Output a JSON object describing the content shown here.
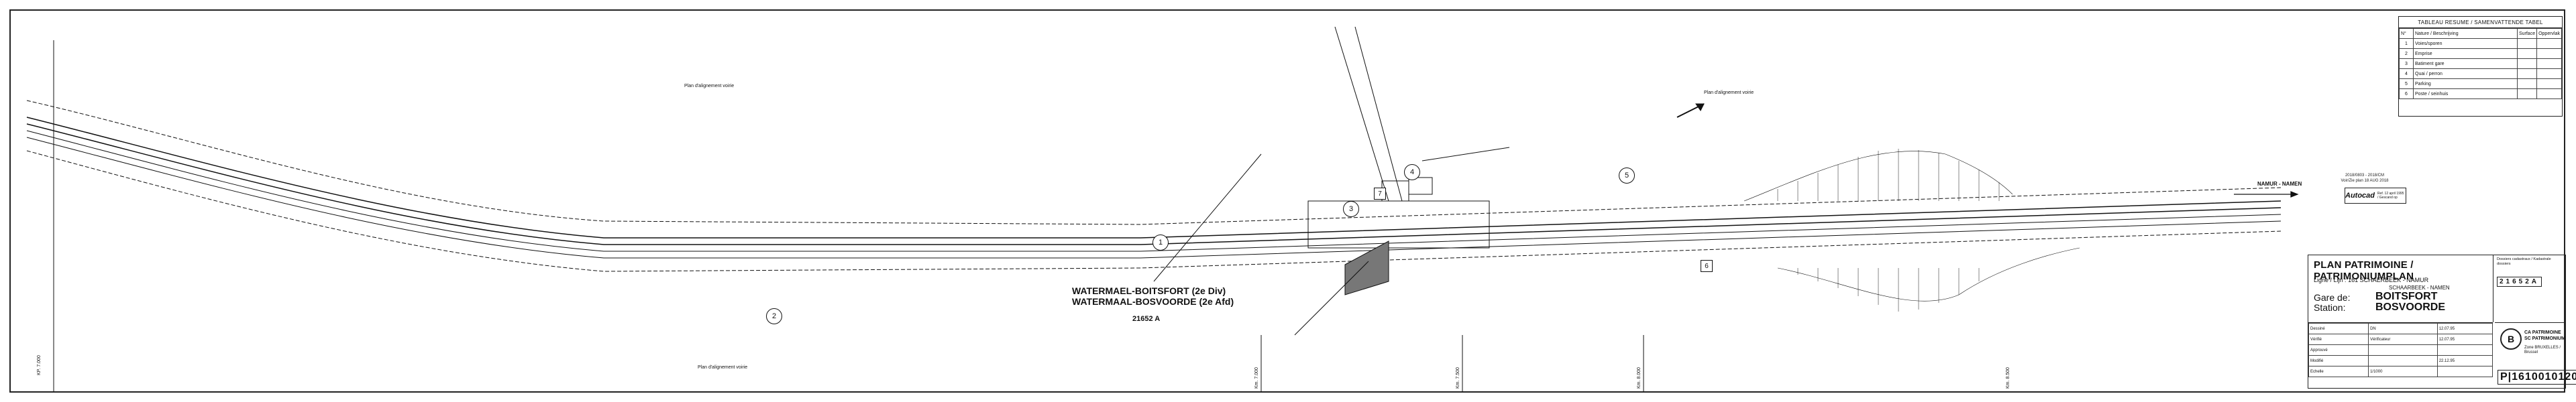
{
  "legend": {
    "title": "TABLEAU RESUME / SAMENVATTENDE TABEL",
    "header": [
      "N°",
      "Nature / Beschrijving",
      "Surface",
      "Oppervlak"
    ],
    "rows": [
      {
        "n": "1",
        "label": "Voies/sporen",
        "a": "",
        "b": ""
      },
      {
        "n": "2",
        "label": "Emprise",
        "a": "",
        "b": ""
      },
      {
        "n": "3",
        "label": "Batiment gare",
        "a": "",
        "b": ""
      },
      {
        "n": "4",
        "label": "Quai / perron",
        "a": "",
        "b": ""
      },
      {
        "n": "5",
        "label": "Parking",
        "a": "",
        "b": ""
      },
      {
        "n": "6",
        "label": "Poste / seinhuis",
        "a": "",
        "b": ""
      }
    ]
  },
  "stamp": {
    "line1": "2018/0803 - 2018/CM",
    "line2": "Voir/Zie plan 18 AUG 2018",
    "box_big": "Autocad",
    "box_small": "Ref. 12 april 1995 / Gescand op"
  },
  "titleblock": {
    "plan": "PLAN PATRIMOINE / PATRIMONIUMPLAN",
    "line_label": "Ligne / Lijn :",
    "line_value": "161 SCHAERBEEK - NAMUR",
    "line_sub": "SCHAARBEEK - NAMEN",
    "station_label_fr": "Gare de:",
    "station_label_nl": "Station:",
    "station_fr": "BOITSFORT",
    "station_nl": "BOSVOORDE",
    "side_note": "Dossiers cadastraux / Kadastrale dossiers",
    "ref": "21652A",
    "rows": [
      {
        "role": "Dessiné",
        "name": "DN",
        "date": "12.07.95"
      },
      {
        "role": "Vérifié",
        "name": "Vérificateur",
        "date": "12.07.95"
      },
      {
        "role": "Approuvé",
        "name": "",
        "date": ""
      },
      {
        "role": "Modifié",
        "name": "",
        "date": "22.12.95"
      },
      {
        "role": "Echelle",
        "name": "1/1000",
        "date": ""
      }
    ],
    "logo_letter": "B",
    "org_line1": "CA PATRIMOINE",
    "org_line2": "SC PATRIMONIUM",
    "zone": "Zone BRUXELLES / Brussel",
    "number": "P|1610010120"
  },
  "drawing": {
    "station_line1": "WATERMAEL-BOITSFORT (2e Div)",
    "station_line2": "WATERMAAL-BOSVOORDE (2e Afd)",
    "plan_number": "21652 A",
    "direction_label": "NAMUR - NAMEN",
    "left_label": "KP. 7.000",
    "km_labels": [
      "Km. 7.000",
      "Km. 7.500",
      "Km. 8.000",
      "Km. 8.500"
    ],
    "markers": [
      "1",
      "2",
      "3",
      "4",
      "5",
      "6",
      "7"
    ],
    "note_label": "Plan d'alignement voirie"
  }
}
